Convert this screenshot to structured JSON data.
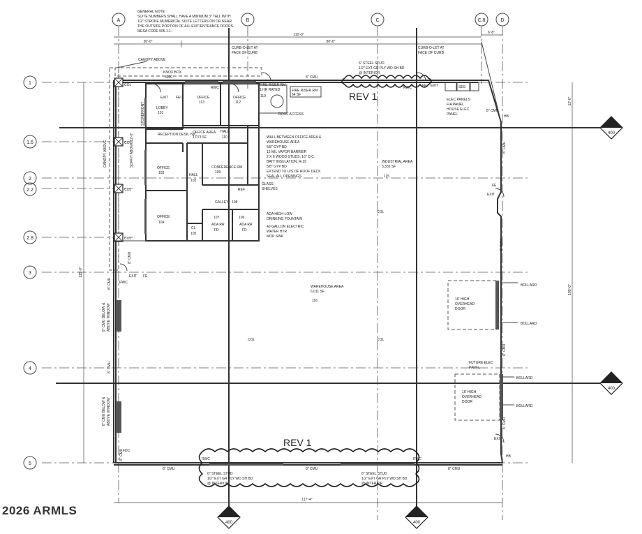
{
  "general_note": [
    "GENERAL NOTE:",
    "SUITE NUMBERS SHALL HAVE A MINIMUM 3\" TALL WITH",
    "1/2\" STROKE MUMERICAL SUITE LETTERS ON OR NEAR",
    "THE OUTSIDE PORTION OF ALL EXIT/ENTRANCE DOORS.",
    "MESA CODE 505.1.1."
  ],
  "grid_columns": [
    {
      "id": "col_a",
      "label": "A"
    },
    {
      "id": "col_b",
      "label": "B"
    },
    {
      "id": "col_c",
      "label": "C"
    },
    {
      "id": "col_c8",
      "label": "C.8"
    },
    {
      "id": "col_d",
      "label": "D"
    }
  ],
  "grid_rows": [
    {
      "id": "row_1",
      "label": "1"
    },
    {
      "id": "row_16",
      "label": "1.6"
    },
    {
      "id": "row_2",
      "label": "2"
    },
    {
      "id": "row_22",
      "label": "2.2"
    },
    {
      "id": "row_28",
      "label": "2.8"
    },
    {
      "id": "row_3",
      "label": "3"
    },
    {
      "id": "row_4",
      "label": "4"
    },
    {
      "id": "row_5",
      "label": "5"
    }
  ],
  "section_markers": {
    "m1": {
      "num": "1",
      "sheet": "400"
    },
    "m2": {
      "num": "2",
      "sheet": "400"
    },
    "m3": {
      "num": "3",
      "sheet": "400"
    },
    "m4": {
      "num": "4",
      "sheet": "400"
    }
  },
  "dimensions": {
    "top_overall": "110'-0\"",
    "top_left": "30'-0\"",
    "top_mid": "80'-0\"",
    "top_right": "6'-8\"",
    "right_top": "12'-0\"",
    "right_overall": "105'-0\"",
    "left_overall": "115'-0\"",
    "bottom_overall": "117'-4\"",
    "soffit": "SOFFIT ABOVE 12'-0\""
  },
  "rooms": {
    "lobby": {
      "name": "LOBBY",
      "num": "101"
    },
    "reception": {
      "name": "RECEPTION DESK, NIC"
    },
    "office113": {
      "name": "OFFICE",
      "num": "113"
    },
    "office112": {
      "name": "OFFICE",
      "num": "112"
    },
    "office103": {
      "name": "OFFICE",
      "num": "103"
    },
    "office104": {
      "name": "OFFICE",
      "num": "104"
    },
    "hall102": {
      "name": "HALL",
      "num": "102"
    },
    "hall110": {
      "name": "HALL",
      "num": "110"
    },
    "conference": {
      "name": "CONFERENCE RM",
      "num": "109"
    },
    "galley": {
      "name": "GALLEY",
      "num": "108"
    },
    "office_area": {
      "name": "OFFICE AREA",
      "area": "1,073 SF"
    },
    "fire_riser": {
      "name": "FIRE RISER RM",
      "rating": "1 HR RATED",
      "num": "119"
    },
    "fire_riser_box": {
      "name": "FIRE RISER RM",
      "area": "64 SF"
    },
    "industrial": {
      "name": "INDUSTRIAL AREA",
      "area": "3,331 SF",
      "num": "115"
    },
    "warehouse": {
      "name": "WAREHOUSE AREA",
      "area": "6,011 SF",
      "num": "116"
    },
    "ada1": {
      "name": "ADA RR",
      "num": "107"
    },
    "ada2": {
      "name": "ADA RR",
      "num": "106"
    },
    "cl105": {
      "name": "CL",
      "num": "105"
    },
    "ref": {
      "name": "REF"
    }
  },
  "notes": {
    "general_canopy": "CANOPY ABOVE",
    "canopy_above_v": "CANOPY ABOVE",
    "knox_box": "KNOX BOX",
    "knox_num": "3200",
    "curb_1": [
      "CURB-O-LET AT",
      "FACE OF CURB"
    ],
    "curb_2": [
      "CURB-O-LET AT",
      "FACE OF CURB"
    ],
    "steel_stud_top": [
      "6\" STEEL STUD",
      "1/2\" EXT GR PLY WD SH BD",
      "@ INTERIOR"
    ],
    "steel_stud_bot_l": [
      "6\" STEEL STUD",
      "1/2\" EXT GR PLY WD SH BD",
      "@ INTERIOR"
    ],
    "steel_stud_bot_r": [
      "6\" STEEL STUD",
      "1/2\" EXT GR PLY WD SH BD",
      "@ INTERIOR"
    ],
    "roof_access": "ROOF ACCESS",
    "wall_between": [
      "WALL BETWEEN OFFICE AREA &",
      "WAREHOUSE AREA",
      "5/8\" GYP BD",
      "15 MIL VAPOR BARRIER",
      "2 X 6 WOOD STUDS, 16\" O.C.",
      "BATT INSULATION, R-19",
      "5/8\" GYP BD",
      "EXTEND TO U/S OF ROOF DECK",
      "SEAL ALL OPENINGS"
    ],
    "glass_shelves": [
      "GLASS",
      "SHELVES"
    ],
    "drinking": [
      "ADA HIGH-LOW",
      "DRINKING FOUNTAIN"
    ],
    "water_htr": [
      "40 GALLON ELECTRIC",
      "WATER HTR"
    ],
    "mop_sink": "MOP SINK",
    "elec_panels": [
      "ELEC PANELS",
      "FIA PANEL",
      "HOUSE ELEC",
      "PANEL"
    ],
    "ses": "SES",
    "storefront": "STOREFRONT",
    "window_1": [
      "8\" CMU BELOW &",
      "ABOVE WINDOW"
    ],
    "window_2": [
      "8\" CMU BELOW &",
      "ABOVE WINDOW"
    ],
    "overhead_1": [
      "16' HIGH",
      "OVERHEAD",
      "DOOR"
    ],
    "overhead_2": [
      "16' HIGH",
      "OVERHEAD",
      "DOOR"
    ],
    "bollard": "BOLLARD",
    "future_elec": [
      "FUTURE ELEC",
      "PANEL"
    ],
    "cmu": "8\" CMU",
    "col": "COL",
    "exit": "EXIT",
    "fe": "FE",
    "rwc": "RWC",
    "fec": "FEC",
    "hb": "HB",
    "fd": "FD",
    "fdc": "FDC"
  },
  "rev_labels": {
    "top": "REV 1",
    "bottom": "REV 1"
  },
  "watermark": "2026 ARMLS"
}
